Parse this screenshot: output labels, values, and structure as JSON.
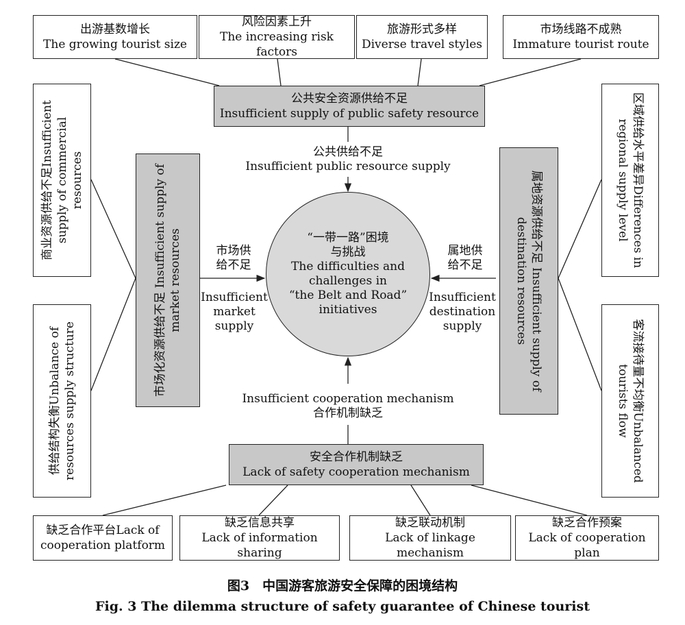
{
  "top_factors": [
    {
      "zh": "出游基数增长",
      "en": "The growing tourist size"
    },
    {
      "zh": "风险因素上升",
      "en": "The increasing risk factors"
    },
    {
      "zh": "旅游形式多样",
      "en": "Diverse travel styles"
    },
    {
      "zh": "市场线路不成熟",
      "en": "Immature tourist route"
    }
  ],
  "public_safety": {
    "zh": "公共安全资源供给不足",
    "en": "Insufficient supply of public safety resource"
  },
  "public_supply": {
    "zh": "公共供给不足",
    "en": "Insufficient public resource supply"
  },
  "left_outer": [
    {
      "text": "商业资源供给不足Insufficient supply of commercial resources"
    },
    {
      "text": "供给结构失衡Unbalance of resources supply structure"
    }
  ],
  "left_inner": {
    "text": "市场化资源供给不足 Insufficient supply of market resources"
  },
  "market_supply": {
    "zh1": "市场供",
    "zh2": "给不足",
    "en1": "Insufficient",
    "en2": "market",
    "en3": "supply"
  },
  "center": {
    "l1": "“一带一路”困境",
    "l2": "与挑战",
    "l3": "The difficulties and",
    "l4": "challenges in",
    "l5": "“the Belt and Road”",
    "l6": "initiatives"
  },
  "destination_supply": {
    "zh1": "属地供",
    "zh2": "给不足",
    "en1": "Insufficient",
    "en2": "destination",
    "en3": "supply"
  },
  "right_inner": {
    "text": "属地资源供给不足 Insufficient supply of destination resources"
  },
  "right_outer": [
    {
      "text": "区域供给水平差异Differences in regional supply level"
    },
    {
      "text": "客流接待量不均衡Unbalanced tourists flow"
    }
  ],
  "coop_mechanism": {
    "en": "Insufficient cooperation mechanism",
    "zh": "合作机制缺乏"
  },
  "safety_coop": {
    "zh": "安全合作机制缺乏",
    "en": "Lack of safety cooperation mechanism"
  },
  "bottom_factors": [
    {
      "zh": "缺乏合作平台Lack of",
      "en": "cooperation platform"
    },
    {
      "zh": "缺乏信息共享",
      "en": "Lack of information sharing"
    },
    {
      "zh": "缺乏联动机制",
      "en": "Lack of linkage mechanism"
    },
    {
      "zh": "缺乏合作预案",
      "en": "Lack of cooperation plan"
    }
  ],
  "caption": {
    "zh": "图3　中国游客旅游安全保障的困境结构",
    "en": "Fig. 3   The dilemma structure of safety guarantee of Chinese tourist"
  }
}
